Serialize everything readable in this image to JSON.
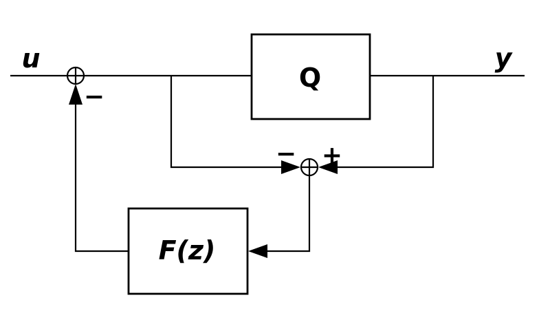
{
  "diagram": {
    "colors": {
      "line": "#000000",
      "background": "#ffffff"
    },
    "labels": {
      "input_signal": "u",
      "output_signal": "y",
      "q_block": "Q",
      "f_block": "F(z)",
      "left_sum_minus": "−",
      "mid_sum_minus": "−",
      "mid_sum_plus": "+"
    }
  }
}
